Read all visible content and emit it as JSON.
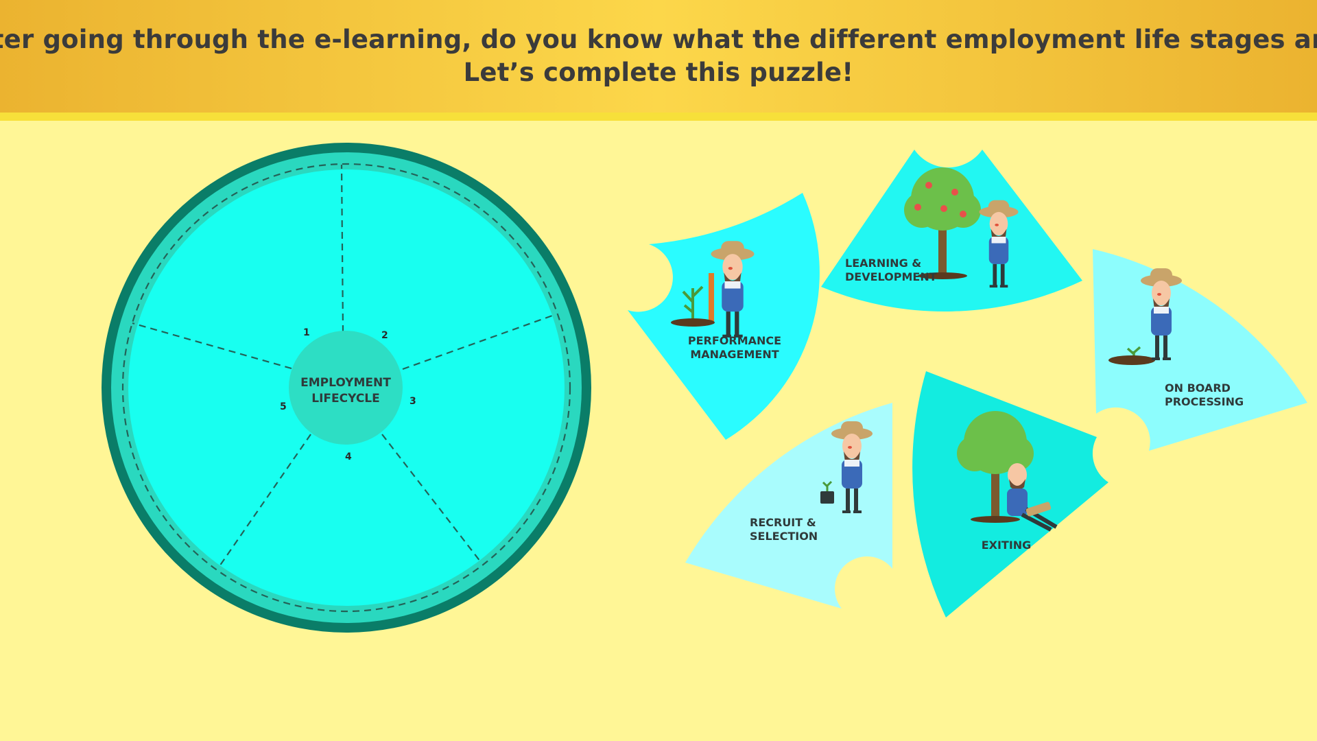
{
  "header": {
    "question_line1": "After going through the e-learning, do you know what the different employment life stages are?",
    "question_line2": "Let’s complete this puzzle!"
  },
  "wheel": {
    "center_label_line1": "EMPLOYMENT",
    "center_label_line2": "LIFECYCLE",
    "slot_numbers": [
      "1",
      "2",
      "3",
      "4",
      "5"
    ],
    "colors": {
      "outer_ring": "#0a7d68",
      "inner_ring": "#2ad8bf",
      "fill": "#18fff0",
      "hub": "#2ddec4"
    }
  },
  "pieces": {
    "performance": {
      "line1": "PERFORMANCE",
      "line2": "MANAGEMENT",
      "color": "#2afcff"
    },
    "learning": {
      "line1": "LEARNING &",
      "line2": "DEVELOPMENT",
      "color": "#22f7f2"
    },
    "onboard": {
      "line1": "ON BOARD",
      "line2": "PROCESSING",
      "color": "#8dfdfd"
    },
    "recruit": {
      "line1": "RECRUIT &",
      "line2": "SELECTION",
      "color": "#a9fcfd"
    },
    "exiting": {
      "line1": "EXITING",
      "color": "#13ece0"
    }
  },
  "icons": [
    "farmer-icon",
    "tree-icon",
    "plant-icon",
    "sapling-pot-icon"
  ]
}
